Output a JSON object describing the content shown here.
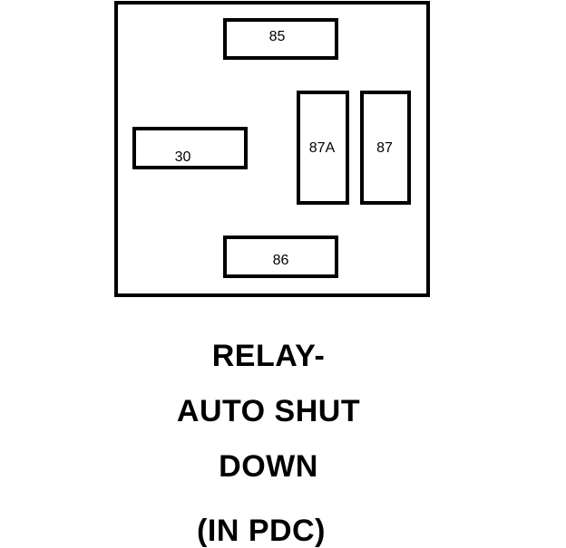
{
  "relay": {
    "terminals": {
      "t85": "85",
      "t30": "30",
      "t87a": "87A",
      "t87": "87",
      "t86": "86"
    }
  },
  "caption": {
    "line1": "RELAY-",
    "line2": "AUTO SHUT",
    "line3": "DOWN",
    "line4": "(IN PDC)"
  }
}
